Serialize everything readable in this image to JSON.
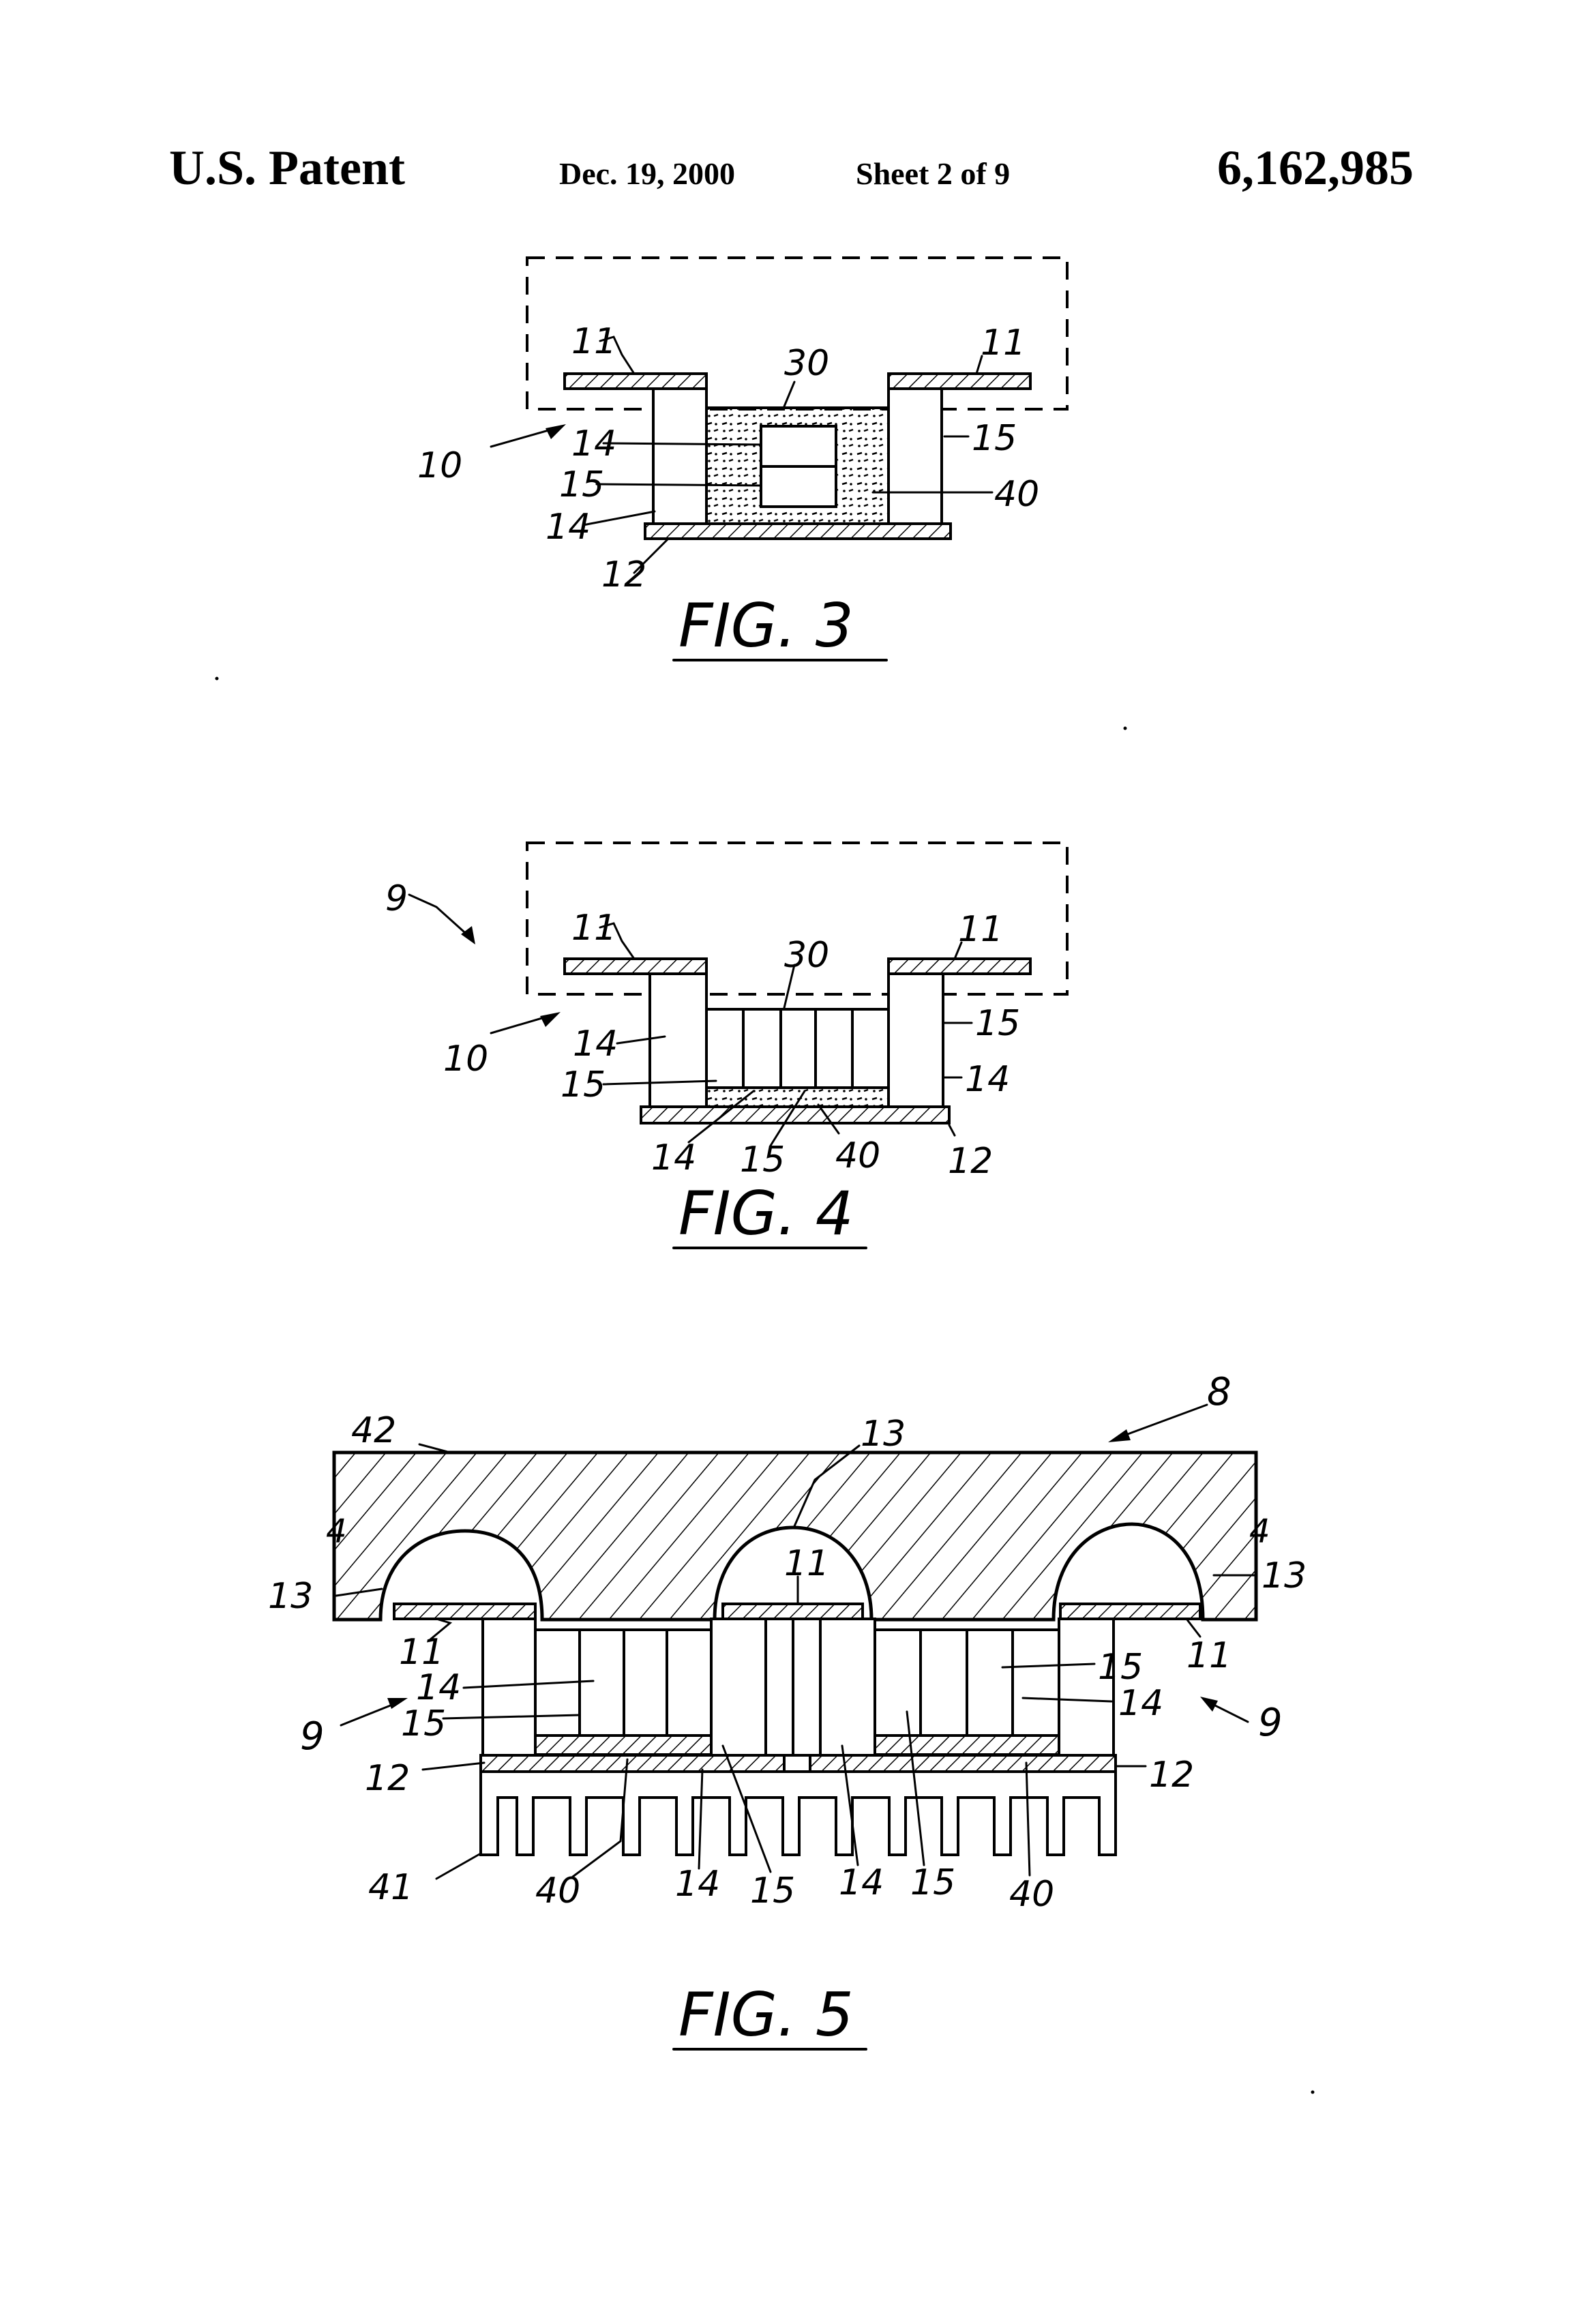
{
  "header": {
    "patent_office": "U.S. Patent",
    "date": "Dec. 19, 2000",
    "sheet": "Sheet 2 of 9",
    "patent_number": "6,162,985"
  },
  "fig3": {
    "caption": "FIG. 3",
    "labels": {
      "l11a": "11",
      "l11b": "11",
      "l30": "30",
      "l10": "10",
      "l14a": "14",
      "l15a": "15",
      "l14b": "14",
      "l15b": "15",
      "l40": "40",
      "l12": "12"
    }
  },
  "fig4": {
    "caption": "FIG. 4",
    "labels": {
      "l9": "9",
      "l11a": "11",
      "l11b": "11",
      "l30": "30",
      "l10": "10",
      "l14a": "14",
      "l15a": "15",
      "l15b": "15",
      "l14b": "14",
      "l14c": "14",
      "l15c": "15",
      "l40": "40",
      "l12": "12"
    }
  },
  "fig5": {
    "caption": "FIG. 5",
    "labels": {
      "l42": "42",
      "l8": "8",
      "l13a": "13",
      "l13b": "13",
      "l13c": "13",
      "l4a": "4",
      "l4b": "4",
      "l11a": "11",
      "l11b": "11",
      "l11c": "11",
      "l14a": "14",
      "l15a": "15",
      "l9a": "9",
      "l12a": "12",
      "l15b": "15",
      "l14b": "14",
      "l9b": "9",
      "l12b": "12",
      "l41": "41",
      "l40a": "40",
      "l14c": "14",
      "l15c": "15",
      "l14d": "14",
      "l15d": "15",
      "l40b": "40"
    }
  }
}
